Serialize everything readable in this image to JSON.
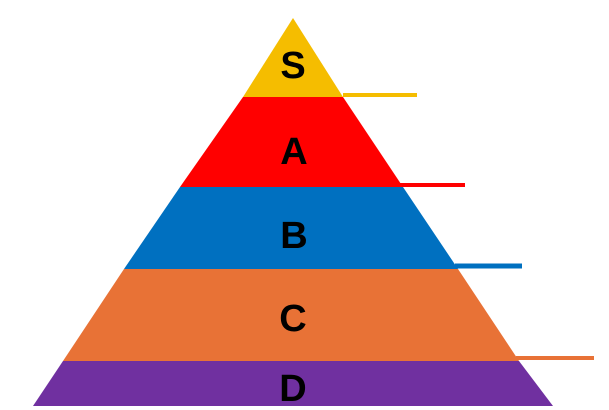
{
  "tiers": [
    {
      "label": "S",
      "color": "#F5BD00"
    },
    {
      "label": "A",
      "color": "#FF0000"
    },
    {
      "label": "B",
      "color": "#0070C0"
    },
    {
      "label": "C",
      "color": "#E87236"
    },
    {
      "label": "D",
      "color": "#7030A0"
    }
  ]
}
